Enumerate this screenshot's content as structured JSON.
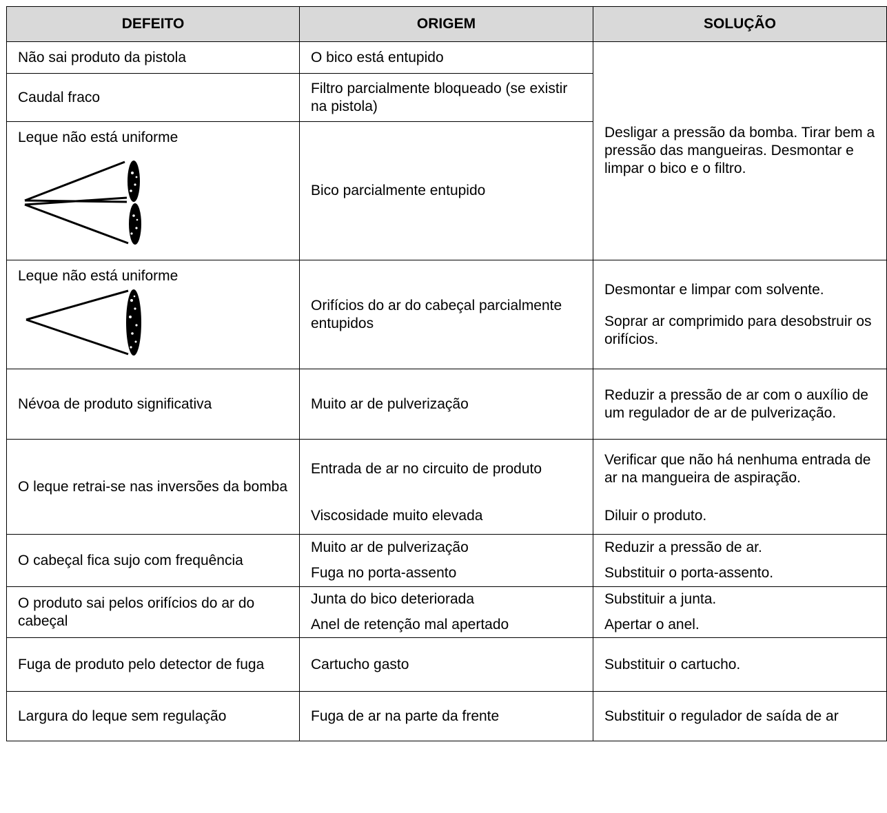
{
  "table": {
    "headers": [
      "DEFEITO",
      "ORIGEM",
      "SOLUÇÃO"
    ],
    "rows": {
      "r1": {
        "defeito": "Não sai produto da pistola",
        "origem": "O bico está entupido"
      },
      "r2": {
        "defeito": "Caudal fraco",
        "origem": "Filtro parcialmente bloqueado (se existir na pistola)"
      },
      "r3": {
        "defeito": "Leque não está uniforme",
        "origem": "Bico parcialmente entupido"
      },
      "shared_solution": "Desligar a pressão da bomba. Tirar bem a pressão das mangueiras. Desmontar e limpar o bico e o filtro.",
      "r4": {
        "defeito": "Leque não está uniforme",
        "origem": "Orifícios do ar do cabeçal parcialmente entupidos",
        "solucao_1": "Desmontar e limpar com solvente.",
        "solucao_2": "Soprar ar comprimido para desobstruir os orifícios."
      },
      "r5": {
        "defeito": "Névoa de produto significativa",
        "origem": "Muito ar de pulverização",
        "solucao": "Reduzir a pressão de ar com o auxílio de um regulador de ar de pulverização."
      },
      "r6": {
        "defeito": "O leque retrai-se nas inversões da bomba",
        "origem_1": "Entrada de ar no circuito de produto",
        "solucao_1": "Verificar que não há nenhuma entrada de ar na mangueira de aspiração.",
        "origem_2": "Viscosidade muito elevada",
        "solucao_2": "Diluir o produto."
      },
      "r7": {
        "defeito": "O cabeçal fica sujo com frequência",
        "origem_1": "Muito ar de pulverização",
        "solucao_1": "Reduzir a pressão de ar.",
        "origem_2": "Fuga no porta-assento",
        "solucao_2": "Substituir o porta-assento."
      },
      "r8": {
        "defeito": "O produto sai pelos orifícios do ar do cabeçal",
        "origem_1": "Junta do bico deteriorada",
        "solucao_1": "Substituir a junta.",
        "origem_2": "Anel de retenção mal apertado",
        "solucao_2": "Apertar o anel."
      },
      "r9": {
        "defeito": "Fuga de produto pelo detector de fuga",
        "origem": "Cartucho gasto",
        "solucao": "Substituir o cartucho."
      },
      "r10": {
        "defeito": "Largura do leque sem regulação",
        "origem": "Fuga de ar na parte da frente",
        "solucao": "Substituir o regulador de saída de ar"
      }
    }
  }
}
